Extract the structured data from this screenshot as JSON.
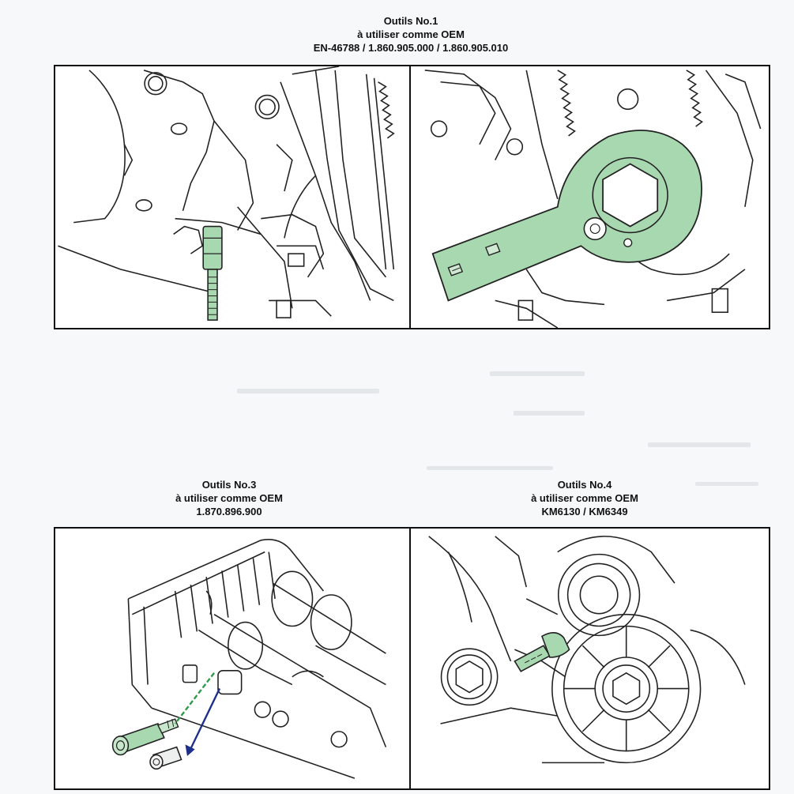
{
  "tool1": {
    "title": "Outils No.1",
    "subtitle": "à utiliser comme OEM",
    "refs": "EN-46788 / 1.860.905.000 / 1.860.905.010"
  },
  "tool3": {
    "title": "Outils No.3",
    "subtitle": "à utiliser comme OEM",
    "refs": "1.870.896.900"
  },
  "tool4": {
    "title": "Outils No.4",
    "subtitle": "à utiliser comme OEM",
    "refs": "KM6130 / KM6349"
  },
  "colors": {
    "tool_highlight": "#a8d8b0",
    "line_art": "#222222",
    "arrow_green": "#2e9a4a",
    "arrow_blue": "#1d2f8a"
  }
}
